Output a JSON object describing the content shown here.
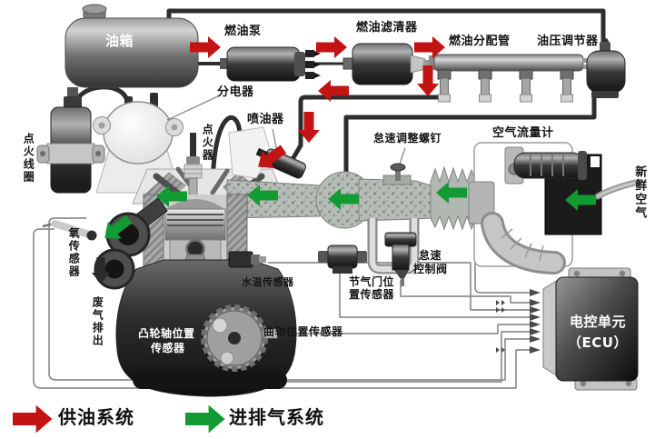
{
  "components": {
    "fuel_tank": "油箱",
    "fuel_pump": "燃油泵",
    "fuel_filter": "燃油滤清器",
    "fuel_rail": "燃油分配管",
    "pressure_regulator": "油压调节器",
    "distributor": "分电器",
    "injector": "喷油器",
    "igniter": "点火器",
    "ignition_coil": "点火线圈",
    "oxygen_sensor": "氧传感器",
    "exhaust_out": "废气排出",
    "camshaft_sensor": {
      "line1": "凸轮轴位置",
      "line2": "传感器"
    },
    "crankshaft_sensor": "曲轴位置传感器",
    "water_temp_sensor": "水温传感器",
    "throttle_sensor": {
      "line1": "节气门位",
      "line2": "置传感器"
    },
    "idle_valve": {
      "line1": "怠速",
      "line2": "控制阀"
    },
    "idle_screw": "怠速调整螺钉",
    "air_flow_meter": "空气流量计",
    "fresh_air": "新鲜空气",
    "ecu": {
      "line1": "电控单元",
      "line2": "（ECU）"
    }
  },
  "legend": {
    "fuel_system": "供油系统",
    "intake_exhaust_system": "进排气系统"
  },
  "colors": {
    "fuel_flow": "#c31414",
    "intake_flow": "#129b33",
    "exhaust_arrow": "#2b2b2b",
    "pipe": "#2e2e2e",
    "wire": "#8f8f8f"
  }
}
